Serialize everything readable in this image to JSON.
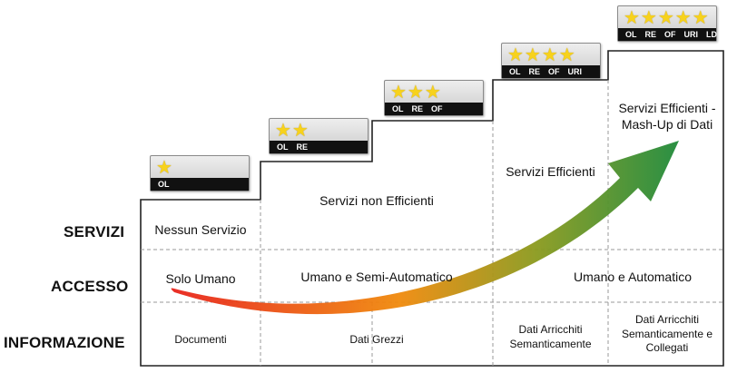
{
  "row_labels": {
    "servizi": "SERVIZI",
    "accesso": "ACCESSO",
    "informazione": "INFORMAZIONE"
  },
  "servizi": {
    "col1": "Nessun Servizio",
    "col2": "Servizi non Efficienti",
    "col3": "Servizi Efficienti",
    "col4": "Servizi Efficienti - Mash-Up di Dati"
  },
  "accesso": {
    "col1": "Solo Umano",
    "col2": "Umano e Semi-Automatico",
    "col3": "Umano e Automatico"
  },
  "informazione": {
    "col1": "Documenti",
    "col2": "Dati Grezzi",
    "col3": "Dati Arricchiti Semanticamente",
    "col4": "Dati Arricchiti Semanticamente e Collegati"
  },
  "badges": [
    {
      "stars": "★",
      "codes": [
        "OL"
      ]
    },
    {
      "stars": "★★",
      "codes": [
        "OL",
        "RE"
      ]
    },
    {
      "stars": "★★★",
      "codes": [
        "OL",
        "RE",
        "OF"
      ]
    },
    {
      "stars": "★★★★",
      "codes": [
        "OL",
        "RE",
        "OF",
        "URI"
      ]
    },
    {
      "stars": "★★★★★",
      "codes": [
        "OL",
        "RE",
        "OF",
        "URI",
        "LD"
      ]
    }
  ],
  "colors": {
    "arrow_start": "#e8231c",
    "arrow_mid": "#f08a0c",
    "arrow_end": "#1f8a3a",
    "star": "#f7d21c"
  }
}
